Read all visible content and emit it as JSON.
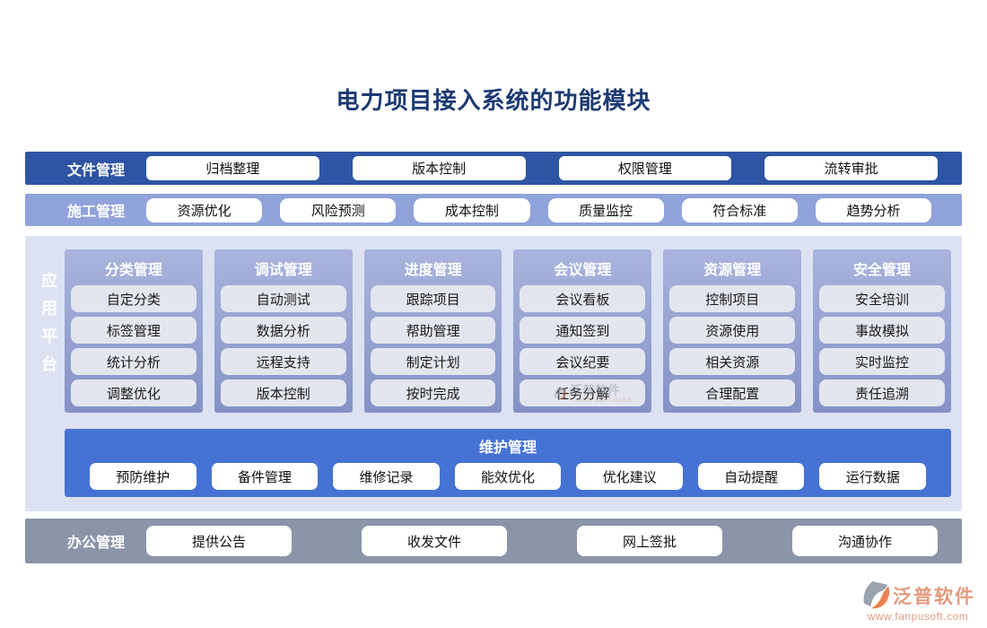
{
  "title": "电力项目接入系统的功能模块",
  "file_row": {
    "label": "文件管理",
    "items": [
      "归档整理",
      "版本控制",
      "权限管理",
      "流转审批"
    ]
  },
  "construction_row": {
    "label": "施工管理",
    "items": [
      "资源优化",
      "风险预测",
      "成本控制",
      "质量监控",
      "符合标准",
      "趋势分析"
    ]
  },
  "platform": {
    "label": "应用平台",
    "columns": [
      {
        "title": "分类管理",
        "items": [
          "自定分类",
          "标签管理",
          "统计分析",
          "调整优化"
        ]
      },
      {
        "title": "调试管理",
        "items": [
          "自动测试",
          "数据分析",
          "远程支持",
          "版本控制"
        ]
      },
      {
        "title": "进度管理",
        "items": [
          "跟踪项目",
          "帮助管理",
          "制定计划",
          "按时完成"
        ]
      },
      {
        "title": "会议管理",
        "items": [
          "会议看板",
          "通知签到",
          "会议纪要",
          "任务分解"
        ]
      },
      {
        "title": "资源管理",
        "items": [
          "控制项目",
          "资源使用",
          "相关资源",
          "合理配置"
        ]
      },
      {
        "title": "安全管理",
        "items": [
          "安全培训",
          "事故模拟",
          "实时监控",
          "责任追溯"
        ]
      }
    ],
    "maintenance": {
      "title": "维护管理",
      "items": [
        "预防维护",
        "备件管理",
        "维修记录",
        "能效优化",
        "优化建议",
        "自动提醒",
        "运行数据"
      ]
    }
  },
  "office_row": {
    "label": "办公管理",
    "items": [
      "提供公告",
      "收发文件",
      "网上签批",
      "沟通协作"
    ]
  },
  "watermark": {
    "text": "泛普软件",
    "subtext": "FANPU SOFTWARE"
  },
  "footer": {
    "brand": "泛普软件",
    "url": "www.fanpusoft.com"
  },
  "colors": {
    "title_text": "#1d3a72",
    "file_row_bg": "#2e54a4",
    "construction_row_bg": "#90a3da",
    "platform_bg": "#dde2f3",
    "column_bg_top": "#a9b5de",
    "column_bg_bottom": "#8492c6",
    "module_cell_bg": "#e4e6ef",
    "maintenance_bg": "#4673d3",
    "office_row_bg": "#8b95a9",
    "brand_text": "#e49a7e",
    "brand_orange": "#ea8050",
    "brand_gray": "#9aa3ae"
  }
}
